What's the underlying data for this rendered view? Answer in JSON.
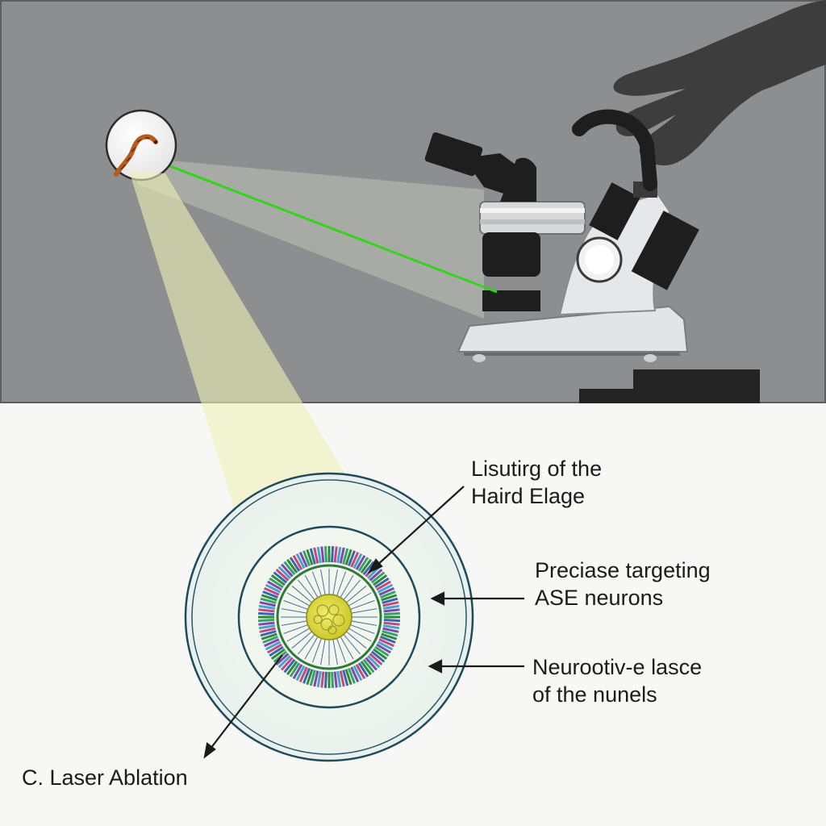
{
  "labels": {
    "top_callout": {
      "line1": "Lisutirg of the",
      "line2": "Haird Elage"
    },
    "middle_callout": {
      "line1": "Preciase targeting",
      "line2": "ASE neurons"
    },
    "lower_callout": {
      "line1": "Neurootiv-e lasce",
      "line2": "of the nunels"
    },
    "bottom_callout": "C. Laser Ablation"
  },
  "colors": {
    "lab_background": "#8d8e90",
    "lower_background": "#f7f8f6",
    "laser": "#34d41a",
    "light_beam": "#eef0b8",
    "microscope_body": "#e3e4e6",
    "microscope_dark": "#1e1e1f",
    "hand": "#3d3d3e",
    "ring_outline": "#1f4a5a",
    "neuron_core": "#e1dd35"
  },
  "icons": {
    "specimen": "worm-icon",
    "instrument": "microscope-icon",
    "operator": "hand-icon"
  }
}
